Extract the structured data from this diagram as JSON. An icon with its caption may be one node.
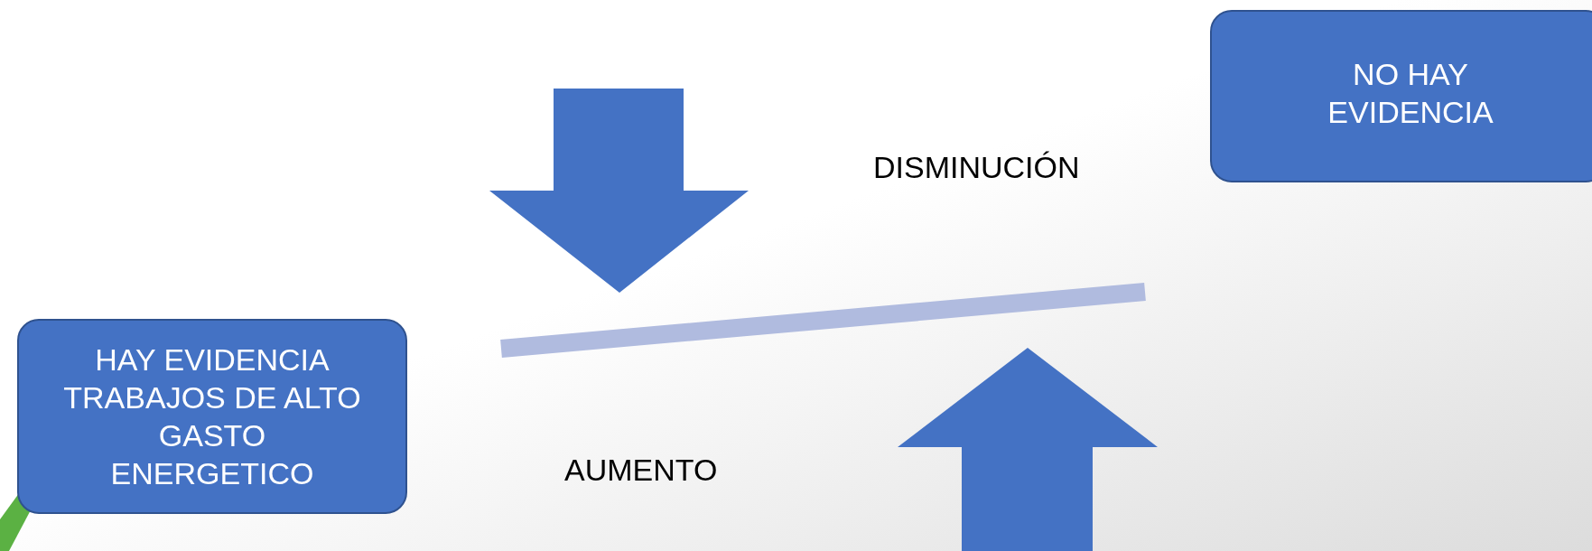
{
  "diagram": {
    "nodes": [
      {
        "text": [
          "NO HAY EVIDENCIA"
        ]
      },
      {
        "text": [
          "HAY EVIDENCIA TRABAJOS DE ALTO GASTO ENERGETICO"
        ]
      }
    ],
    "labels": [
      "DISMINUCIÓN",
      "AUMENTO"
    ]
  }
}
